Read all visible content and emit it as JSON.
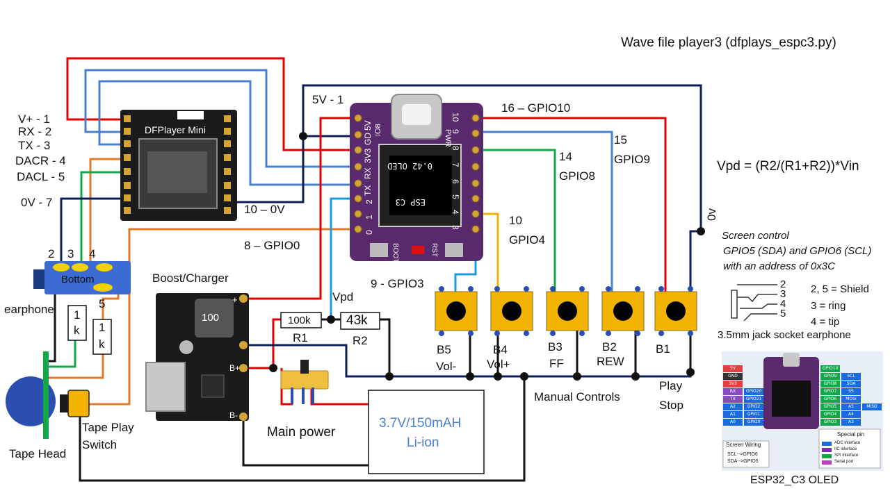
{
  "title": "Wave file player3 (dfplays_espc3.py)",
  "formula": "Vpd = (R2/(R1+R2))*Vin",
  "dfplayer": {
    "name": "DFPlayer Mini",
    "pins": [
      "V+ - 1",
      "RX - 2",
      "TX - 3",
      "DACR - 4",
      "DACL - 5",
      "0V - 7"
    ],
    "gnd_label": "10 – 0V"
  },
  "esp": {
    "left_pins": [
      "5V",
      "GD",
      "3V3",
      "RX",
      "TX",
      "2",
      "1",
      "0"
    ],
    "right_pins": [
      "10",
      "9",
      "8",
      "7",
      "6",
      "5",
      "4",
      "3"
    ],
    "io8": "IO8",
    "pwr": "PWR",
    "boot": "BOOT",
    "rst": "RST",
    "oled_line1": "0.42 OLED",
    "oled_line2": "ESP  C3",
    "label_5v": "5V - 1",
    "label_gpio10": "16 – GPIO10",
    "label_gpio9_num": "15",
    "label_gpio9": "GPIO9",
    "label_gpio8_num": "14",
    "label_gpio8": "GPIO8",
    "label_gpio4_num": "10",
    "label_gpio4": "GPIO4",
    "label_gpio0": "8 – GPIO0",
    "label_gpio3": "9 - GPIO3"
  },
  "ground_rail_label": "0v",
  "screen_note": [
    "Screen control",
    "GPIO5 (SDA) and GPIO6 (SCL)",
    "with an address of 0x3C"
  ],
  "jack": {
    "pins": [
      "2",
      "3",
      "4",
      "5"
    ],
    "notes": [
      "2, 5 = Shield",
      "3 = ring",
      "4 = tip"
    ],
    "caption": "3.5mm jack socket earphone",
    "bottom_label": "Bottom",
    "pin_numbers": [
      "2",
      "3",
      "4",
      "5"
    ],
    "earphone_label": "earphone"
  },
  "resistors": {
    "r1_value": "100k",
    "r1_name": "R1",
    "r2_value": "43k",
    "r2_name": "R2",
    "vpd": "Vpd",
    "one_k_a": [
      "1",
      "k"
    ],
    "one_k_b": [
      "1",
      "k"
    ]
  },
  "boost": {
    "label": "Boost/Charger",
    "inductor": "100",
    "pins": [
      "+",
      "B+",
      "B-"
    ]
  },
  "main_power": "Main power",
  "battery": [
    "3.7V/150mAH",
    "Li-ion"
  ],
  "buttons": [
    {
      "id": "B5",
      "line2": "Vol-"
    },
    {
      "id": "B4",
      "line2": "Vol+"
    },
    {
      "id": "B3",
      "line2": "FF"
    },
    {
      "id": "B2",
      "line2": "REW"
    },
    {
      "id": "B1",
      "line2": ""
    }
  ],
  "play_stop": [
    "Play",
    "Stop"
  ],
  "manual_controls": "Manual Controls",
  "tape_head": "Tape Head",
  "tape_switch": [
    "Tape Play",
    "Switch"
  ],
  "pinout": {
    "caption": "ESP32_C3 OLED",
    "left_rows": [
      [
        "5V",
        ""
      ],
      [
        "GND",
        ""
      ],
      [
        "3V3",
        ""
      ],
      [
        "RX",
        "GPIO20"
      ],
      [
        "TX",
        "GPIO21"
      ],
      [
        "A2",
        "GPIO2"
      ],
      [
        "A1",
        "GPIO1"
      ],
      [
        "A0",
        "GPIO0"
      ]
    ],
    "right_rows": [
      [
        "GPIO10",
        ""
      ],
      [
        "GPIO9",
        "SCL"
      ],
      [
        "GPIO8",
        "SDA"
      ],
      [
        "GPIO7",
        "SS"
      ],
      [
        "GPIO6",
        "MOSI"
      ],
      [
        "GPIO5",
        "A5",
        "MISO"
      ],
      [
        "GPIO4",
        "A4"
      ],
      [
        "GPIO3",
        "A3"
      ]
    ],
    "screen_wiring": [
      "Screen Wiring",
      "SCL-->GPIO6",
      "SDA-->GPIO5"
    ],
    "special_pin": [
      "Special pin",
      "ADC interface",
      "IIC interface",
      "SPI interface",
      "Serial port"
    ]
  },
  "colors": {
    "red": "#e00000",
    "blue": "#4a7fd0",
    "navy": "#0d1e54",
    "green": "#12a84a",
    "orange": "#e07b2a",
    "cyan": "#1a9be0",
    "yellow": "#f2b400",
    "black": "#111111",
    "board_purple": "#5a2a6e",
    "button_yellow": "#f2b400"
  }
}
